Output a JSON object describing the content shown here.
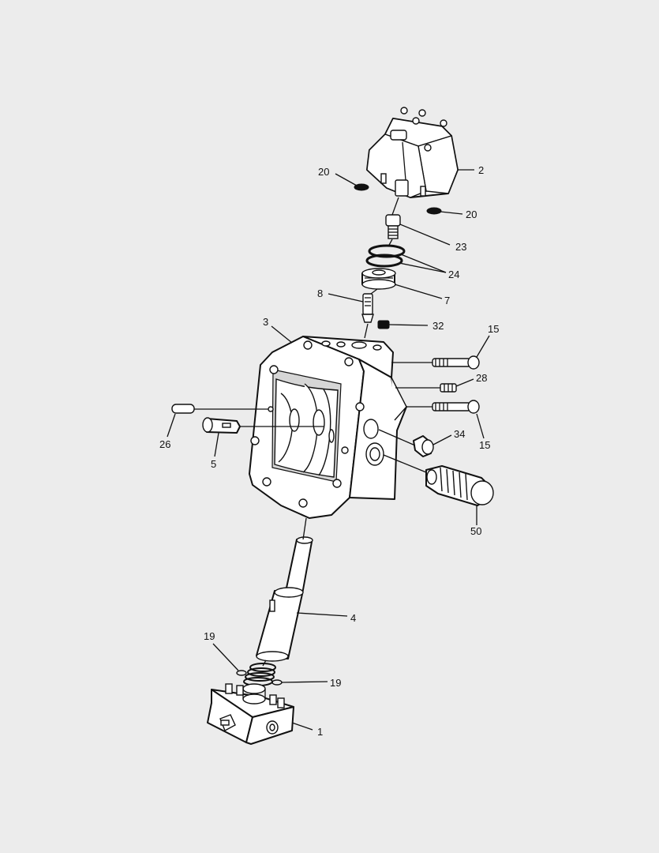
{
  "callouts": {
    "c1": "1",
    "c2": "2",
    "c3": "3",
    "c4": "4",
    "c5": "5",
    "c7": "7",
    "c8": "8",
    "c15a": "15",
    "c15b": "15",
    "c19a": "19",
    "c19b": "19",
    "c20a": "20",
    "c20b": "20",
    "c23": "23",
    "c24": "24",
    "c26": "26",
    "c28": "28",
    "c32": "32",
    "c34": "34",
    "c50": "50"
  },
  "colors": {
    "background": "#ececec",
    "ink": "#111111",
    "part_fill": "#ffffff"
  }
}
